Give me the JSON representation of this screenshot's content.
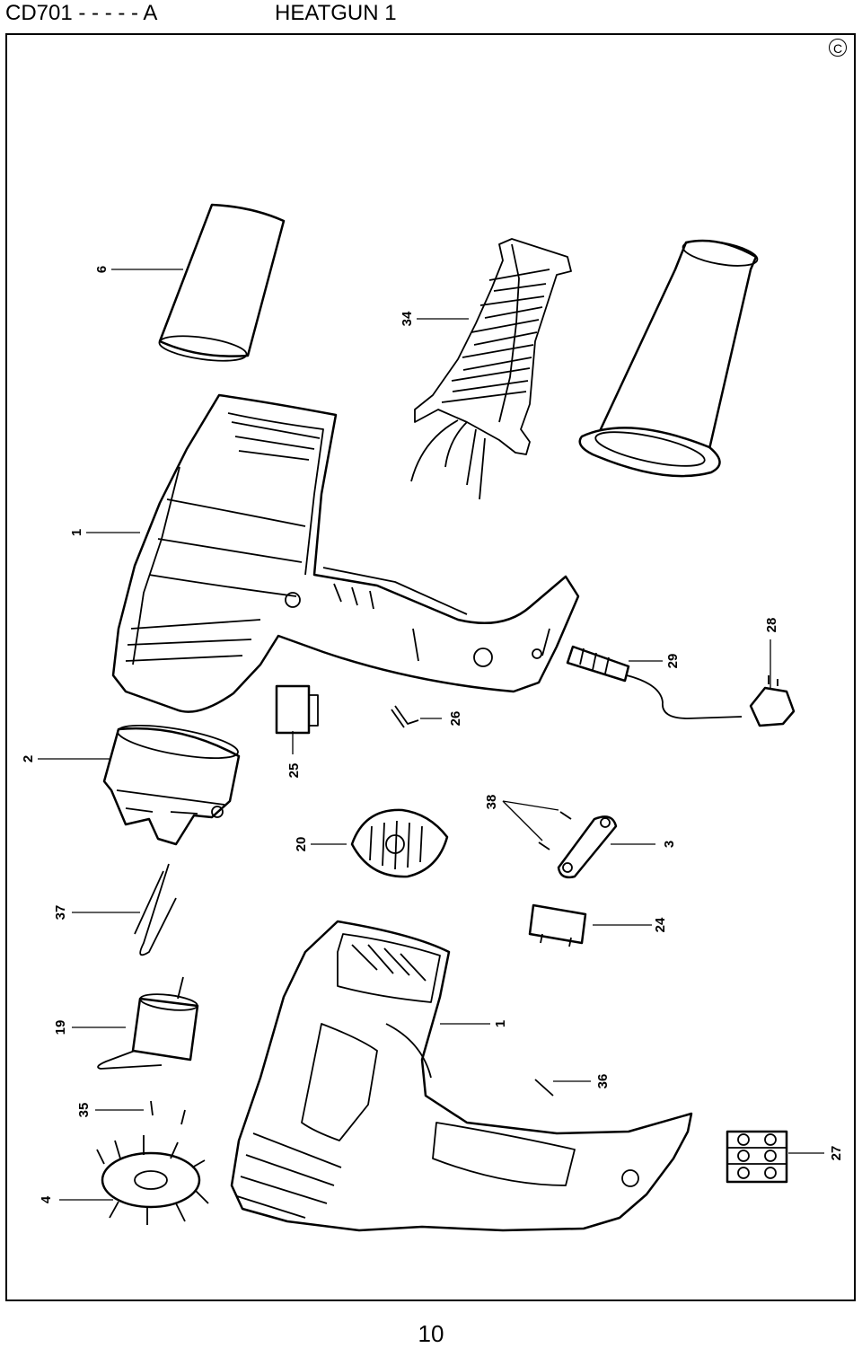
{
  "header": {
    "model": "CD701 - - - - - A",
    "title": "HEATGUN 1"
  },
  "copyright_symbol": "C",
  "page_number": "10",
  "callouts": {
    "c6": "6",
    "c34": "34",
    "c1a": "1",
    "c28": "28",
    "c29": "29",
    "c26": "26",
    "c25": "25",
    "c2": "2",
    "c38": "38",
    "c3": "3",
    "c20": "20",
    "c37": "37",
    "c24": "24",
    "c19": "19",
    "c1b": "1",
    "c36": "36",
    "c35": "35",
    "c27": "27",
    "c4": "4"
  }
}
